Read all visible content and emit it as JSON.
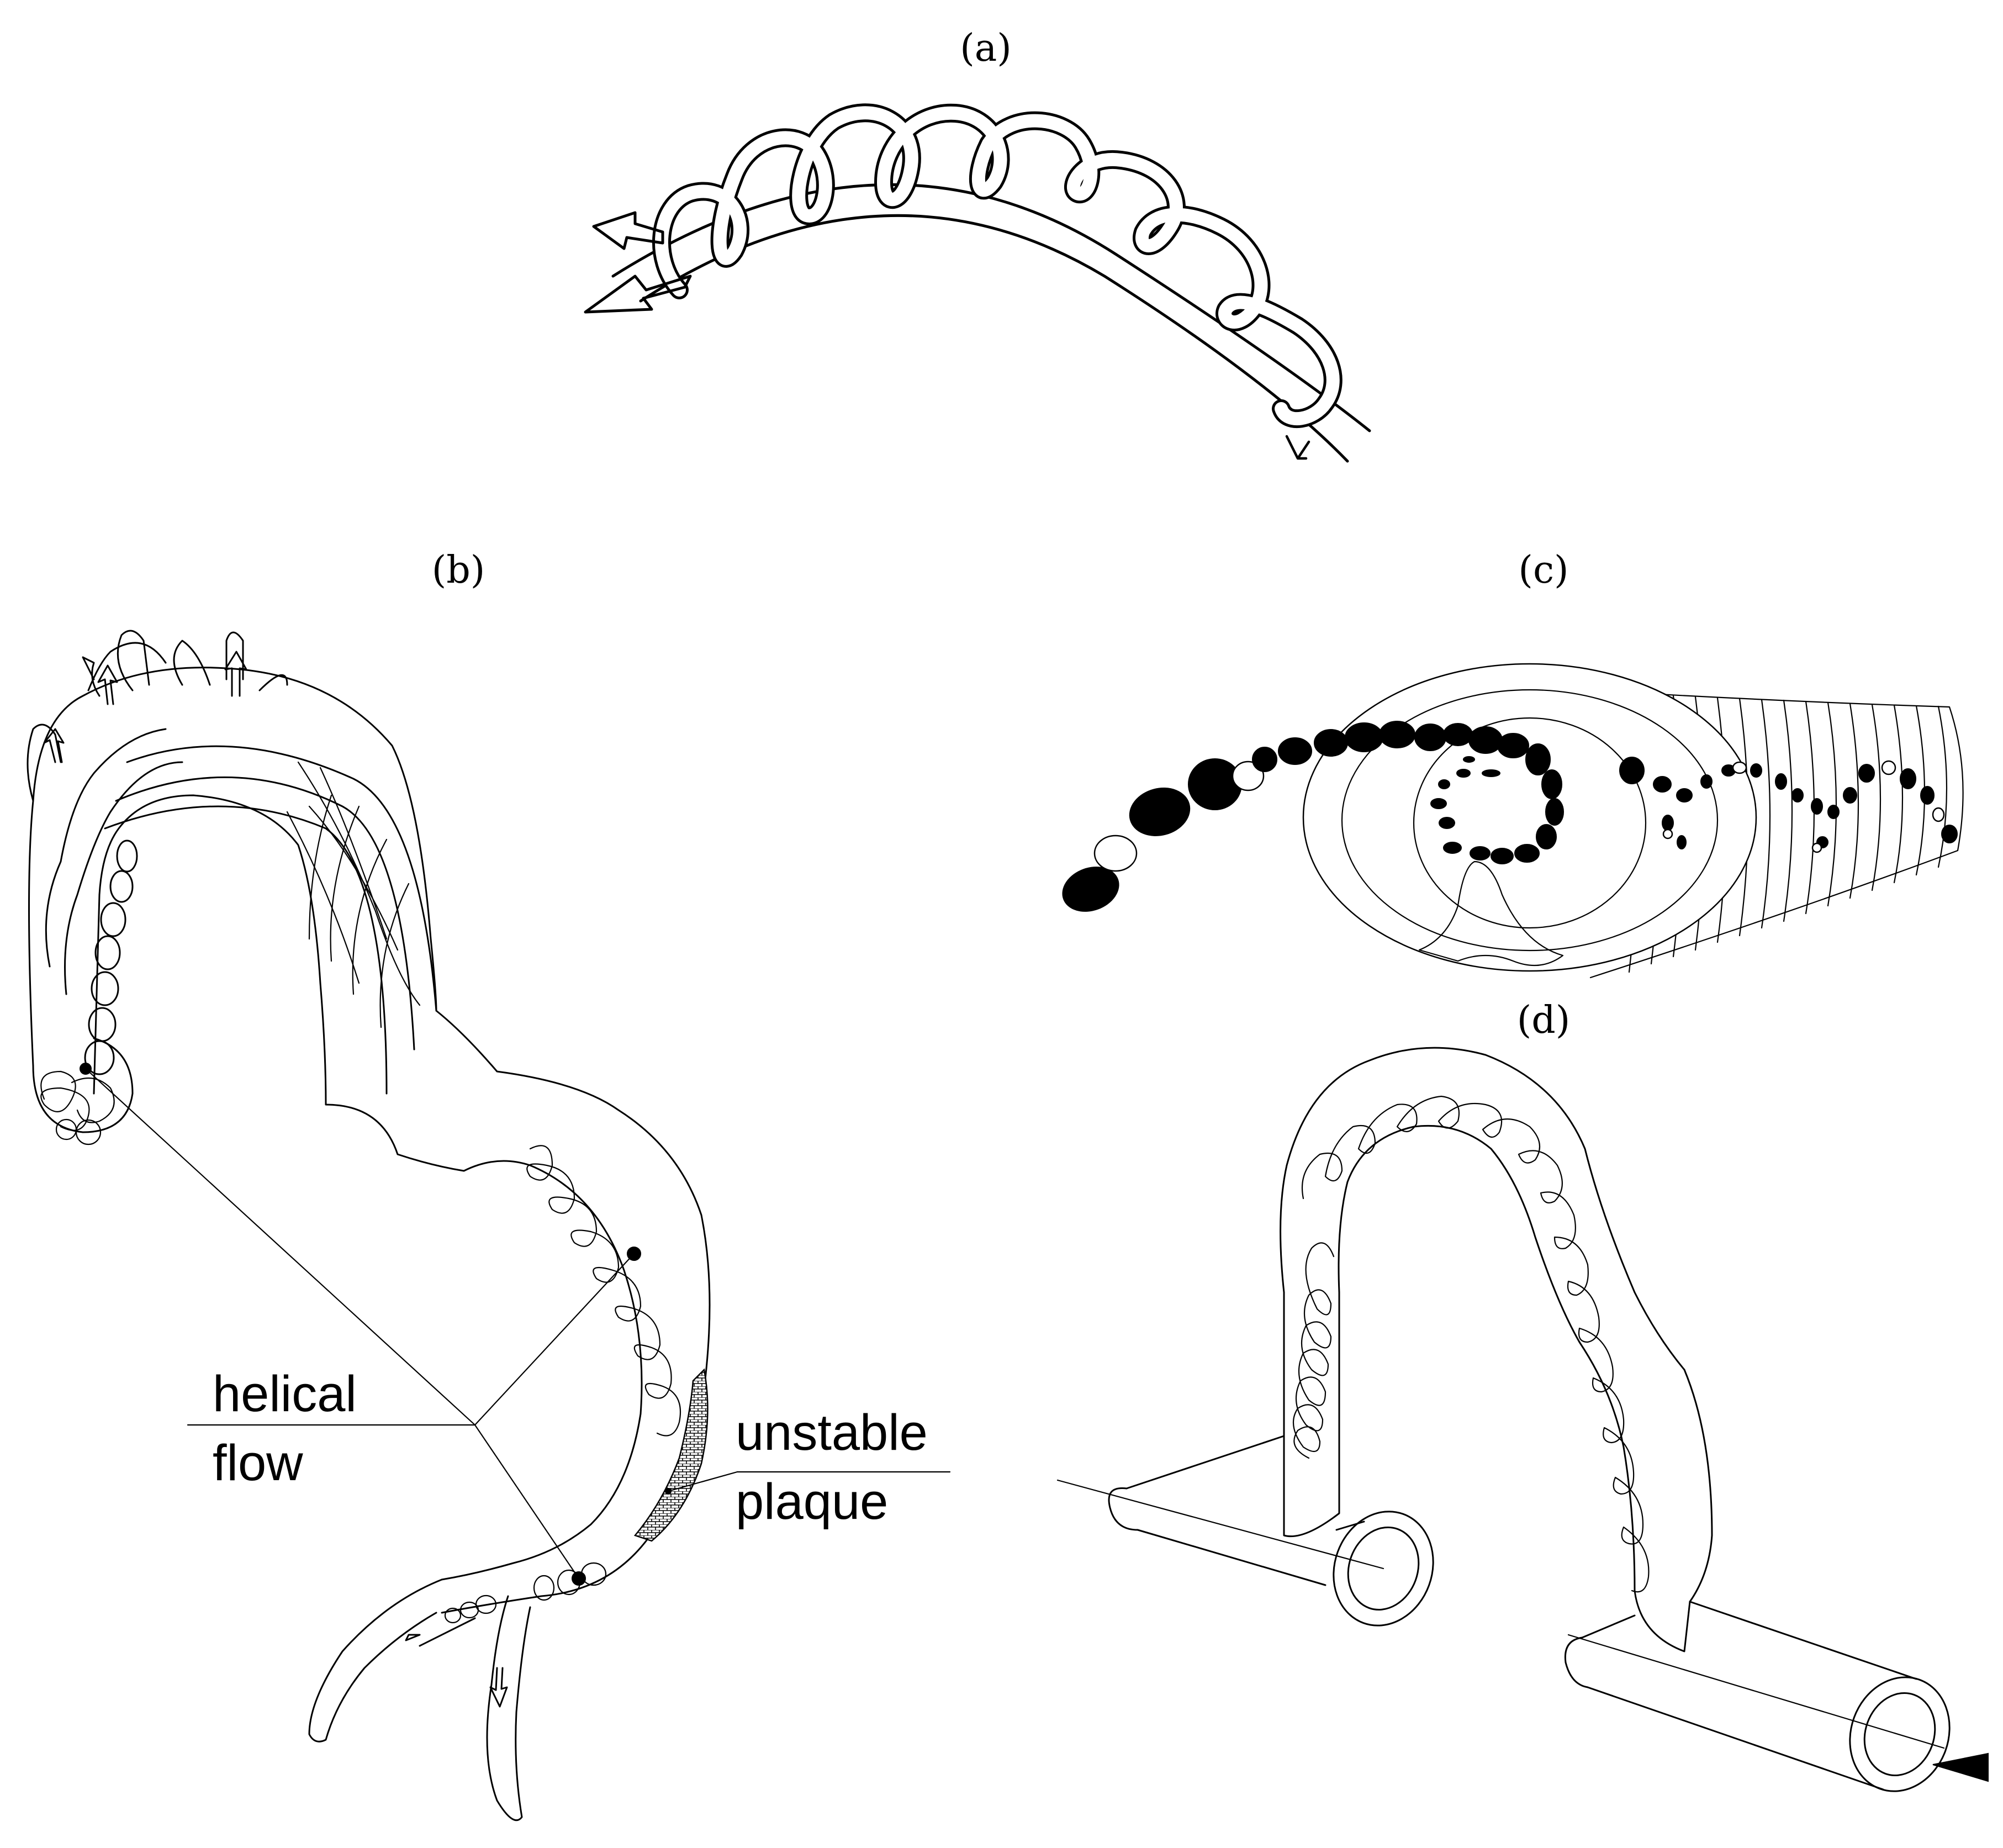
{
  "figure": {
    "panels": [
      {
        "id": "a",
        "label": "(a)"
      },
      {
        "id": "b",
        "label": "(b)"
      },
      {
        "id": "c",
        "label": "(c)"
      },
      {
        "id": "d",
        "label": "(d)"
      }
    ],
    "annotations": {
      "helical_line1": "helical",
      "helical_line2": "flow",
      "plaque_line1": "unstable",
      "plaque_line2": "plaque"
    }
  }
}
